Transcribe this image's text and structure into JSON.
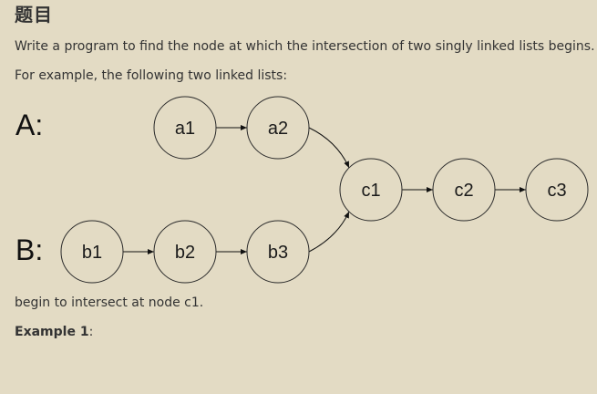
{
  "heading": "题目",
  "paragraphs": {
    "intro": "Write a program to find the node at which the intersection of two singly linked lists begins.",
    "example_lead": "For example, the following two linked lists:",
    "conclusion": "begin to intersect at node c1.",
    "example_label": "Example 1",
    "example_suffix": ":"
  },
  "diagram": {
    "list_a_label": "A:",
    "list_b_label": "B:",
    "nodes": {
      "a1": "a1",
      "a2": "a2",
      "b1": "b1",
      "b2": "b2",
      "b3": "b3",
      "c1": "c1",
      "c2": "c2",
      "c3": "c3"
    }
  }
}
